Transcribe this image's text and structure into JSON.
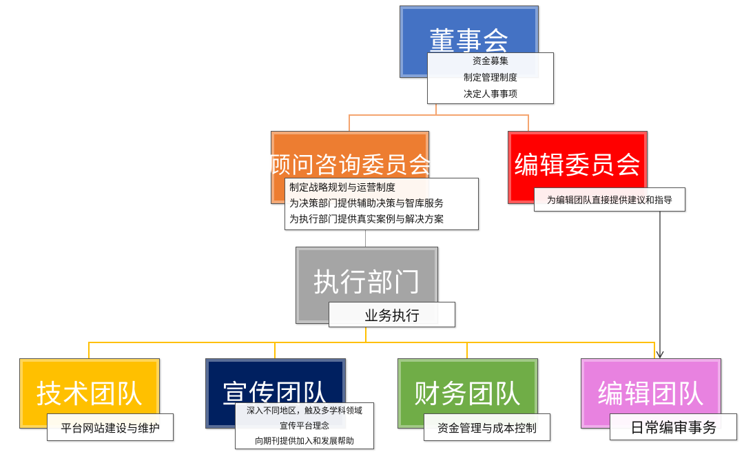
{
  "nodes": {
    "board": {
      "title": "董事会",
      "duties": [
        "资金募集",
        "制定管理制度",
        "决定人事事项"
      ],
      "color": "#4472c4"
    },
    "advisory": {
      "title": "顾问咨询委员会",
      "duties": [
        "制定战略规划与运营制度",
        "为决策部门提供辅助决策与智库服务",
        "为执行部门提供真实案例与解决方案"
      ],
      "color": "#ed7d31"
    },
    "editorial_committee": {
      "title": "编辑委员会",
      "duties": [
        "为编辑团队直接提供建议和指导"
      ],
      "color": "#ff0000"
    },
    "execution": {
      "title": "执行部门",
      "duties": [
        "业务执行"
      ],
      "color": "#a5a5a5"
    },
    "tech": {
      "title": "技术团队",
      "duties": [
        "平台网站建设与维护"
      ],
      "color": "#ffc000"
    },
    "publicity": {
      "title": "宣传团队",
      "duties": [
        "深入不同地区，触及多学科领域",
        "宣传平台理念",
        "向期刊提供加入和发展帮助"
      ],
      "color": "#002060"
    },
    "finance": {
      "title": "财务团队",
      "duties": [
        "资金管理与成本控制"
      ],
      "color": "#70ad47"
    },
    "editorial_team": {
      "title": "编辑团队",
      "duties": [
        "日常编审事务"
      ],
      "color": "#e882e0"
    }
  }
}
